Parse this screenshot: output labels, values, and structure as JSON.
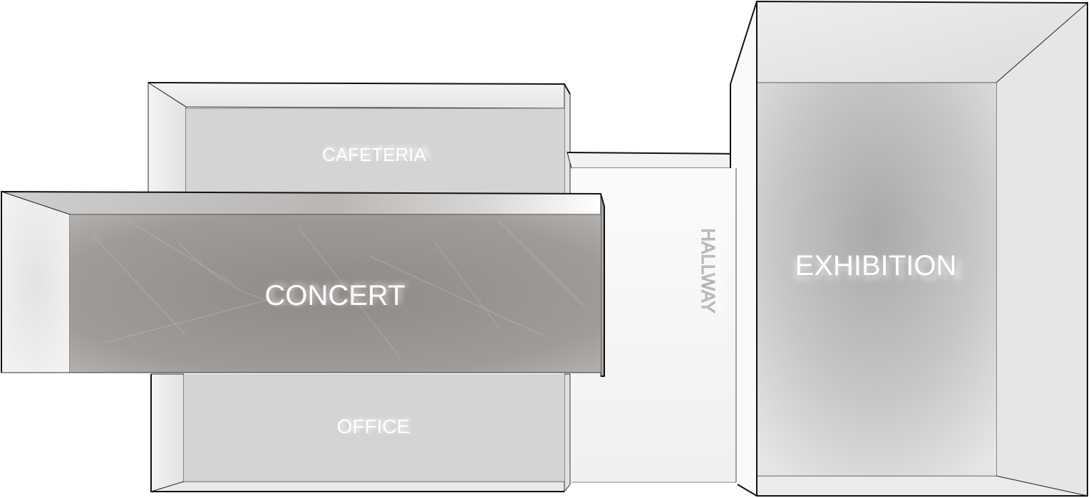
{
  "rooms": {
    "cafeteria": {
      "label": "CAFETERIA"
    },
    "concert": {
      "label": "CONCERT"
    },
    "office": {
      "label": "OFFICE"
    },
    "hallway": {
      "label": "HALLWAY"
    },
    "exhibition": {
      "label": "EXHIBITION"
    }
  }
}
